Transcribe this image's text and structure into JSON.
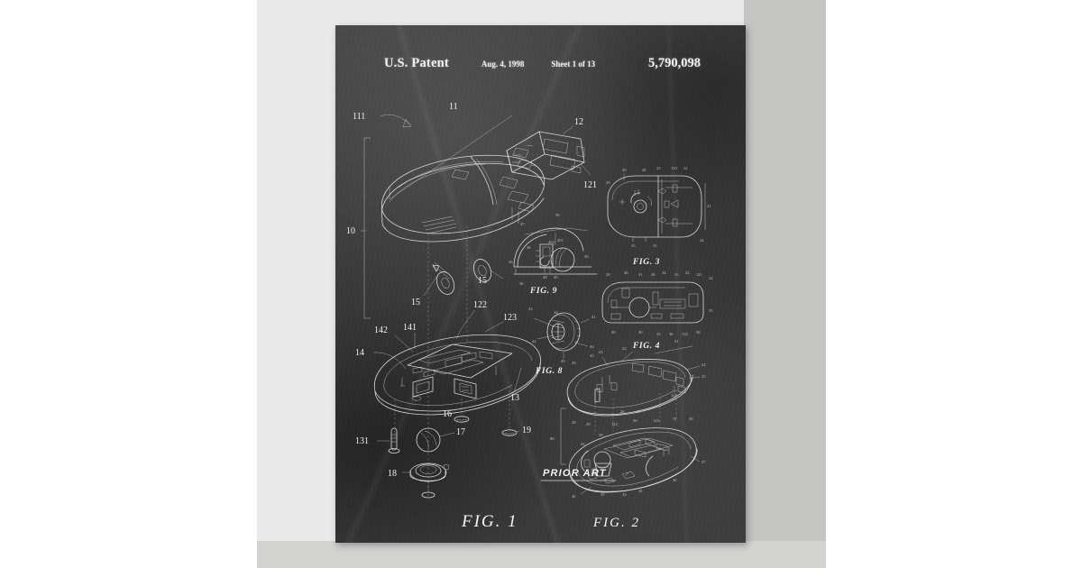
{
  "poster": {
    "background_color": "#3a3a3a",
    "mat_color": "#e9e9e9",
    "chalk_color": "#e6e6e6"
  },
  "header": {
    "title": "U.S. Patent",
    "date": "Aug. 4, 1998",
    "sheet": "Sheet 1 of 13",
    "patent_number": "5,790,098"
  },
  "annotations": {
    "prior_art": "PRIOR ART"
  },
  "figures": [
    {
      "id": "fig1",
      "label": "FIG. 1"
    },
    {
      "id": "fig2",
      "label": "FIG. 2"
    },
    {
      "id": "fig3",
      "label": "FIG. 3"
    },
    {
      "id": "fig4",
      "label": "FIG. 4"
    },
    {
      "id": "fig8",
      "label": "FIG. 8"
    },
    {
      "id": "fig9",
      "label": "FIG. 9"
    }
  ],
  "reference_numerals": {
    "fig1": [
      "11",
      "12",
      "121",
      "111",
      "10",
      "15",
      "15",
      "142",
      "141",
      "14",
      "122",
      "123",
      "13",
      "131",
      "16",
      "17",
      "18",
      "19"
    ],
    "fig2": [
      "22",
      "23",
      "21",
      "24",
      "25",
      "29",
      "121",
      "26",
      "27",
      "123",
      "31",
      "38",
      "28",
      "29",
      "122",
      "36",
      "39",
      "32",
      "37",
      "30",
      "35",
      "33",
      "34",
      "40",
      "80"
    ],
    "fig3": [
      "121",
      "20",
      "26",
      "23",
      "123",
      "22",
      "29",
      "21",
      "24",
      "25",
      "33"
    ],
    "fig4": [
      "29",
      "20",
      "31",
      "28",
      "34",
      "23",
      "22",
      "121",
      "24",
      "35",
      "40",
      "30",
      "33",
      "36",
      "132",
      "38"
    ],
    "fig8": [
      "23",
      "34",
      "41",
      "44",
      "42",
      "43",
      "45"
    ],
    "fig9": [
      "47",
      "50",
      "451",
      "452",
      "46",
      "48",
      "49",
      "30",
      "36"
    ]
  },
  "labels": {
    "fig1_main": "FIG. 1",
    "fig2_main": "FIG. 2",
    "fig3_main": "FIG. 3",
    "fig4_main": "FIG. 4",
    "fig8_main": "FIG. 8",
    "fig9_main": "FIG. 9"
  }
}
